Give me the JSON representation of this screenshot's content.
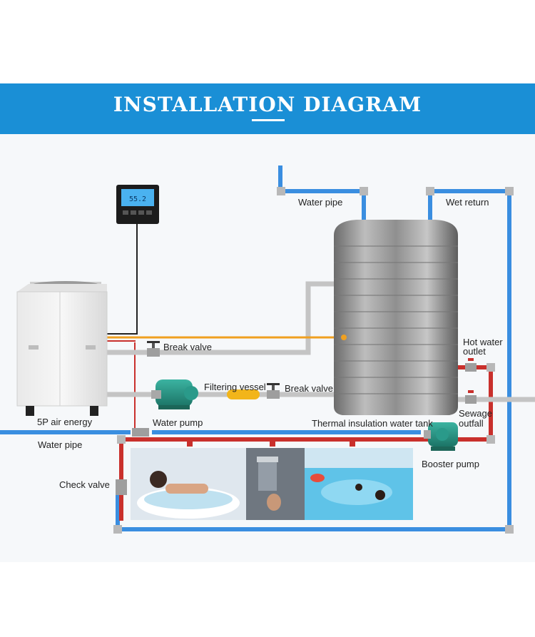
{
  "title": "INSTALLATION DIAGRAM",
  "colors": {
    "banner": "#1a8fd6",
    "cold_pipe": "#3a8ee0",
    "hot_pipe": "#c9302c",
    "gray_pipe": "#bfbfbf",
    "signal_wire": "#f0a020",
    "pump": "#2a9a8a",
    "filter": "#f2b51a"
  },
  "icons": [
    "controller-icon",
    "heat-pump-unit-icon",
    "water-tank-icon",
    "water-pump-icon",
    "booster-pump-icon",
    "valve-icon",
    "filter-icon"
  ],
  "labels": {
    "water_pipe_top": "Water pipe",
    "wet_return": "Wet return",
    "break_valve_1": "Break valve",
    "hot_water_outlet_1": "Hot water",
    "hot_water_outlet_2": "outlet",
    "filtering_vessel": "Filtering vessel",
    "break_valve_2": "Break valve",
    "sewage_outfall_1": "Sewage",
    "sewage_outfall_2": "outfall",
    "air_energy": "5P air energy",
    "water_pump": "Water pump",
    "tank": "Thermal insulation water tank",
    "water_pipe_left": "Water pipe",
    "booster_pump": "Booster pump",
    "check_valve": "Check valve"
  }
}
